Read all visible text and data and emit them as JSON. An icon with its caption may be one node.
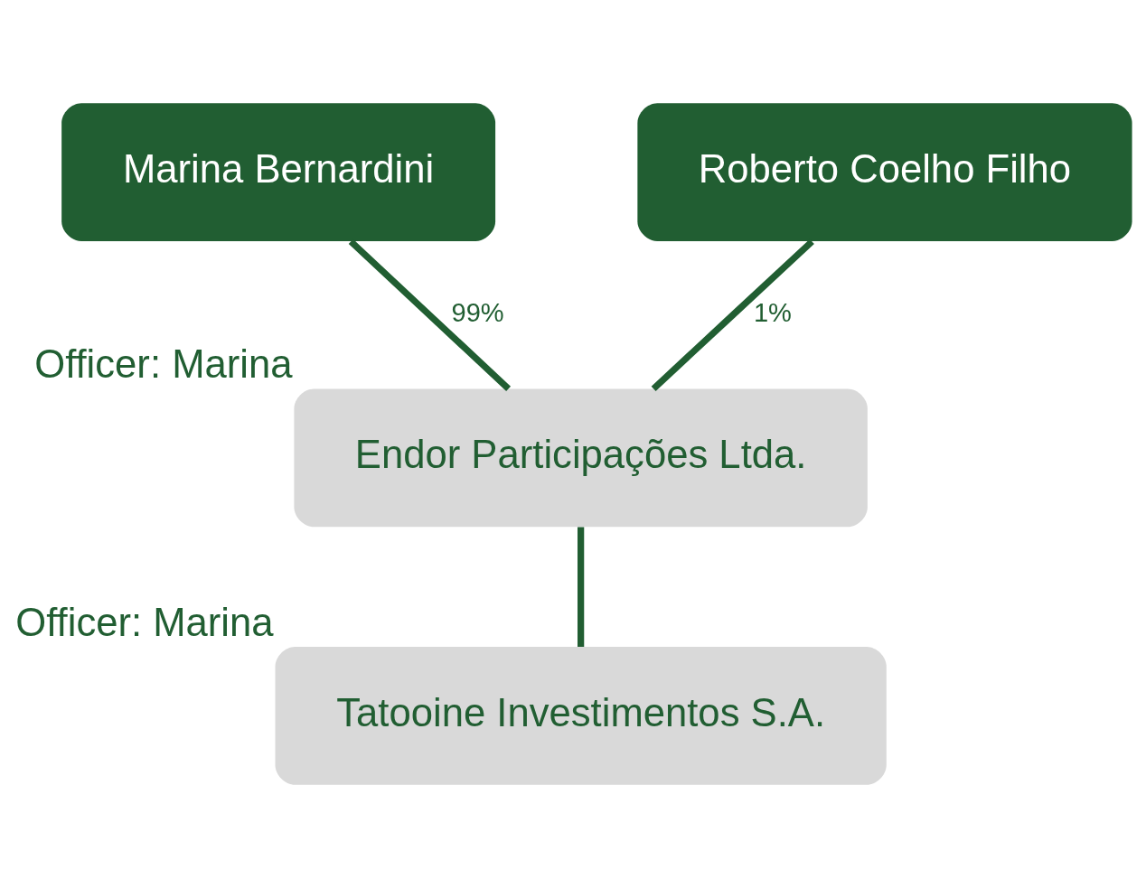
{
  "diagram": {
    "nodes": [
      {
        "text": [
          "Marina Bernardini"
        ]
      },
      {
        "text": [
          "Roberto Coelho Filho"
        ]
      },
      {
        "text": [
          "Endor Participações Ltda."
        ],
        "beside": [
          "Officer: Marina"
        ]
      },
      {
        "text": [
          "Tatooine Investimentos S.A."
        ],
        "beside": [
          "Officer: Marina"
        ]
      }
    ],
    "edges": [
      {
        "from": 0,
        "to": 2,
        "arrow": "none",
        "label": "99%"
      },
      {
        "from": 1,
        "to": 2,
        "arrow": "none",
        "label": "1%"
      },
      {
        "from": 2,
        "to": 3,
        "arrow": "none"
      }
    ]
  }
}
